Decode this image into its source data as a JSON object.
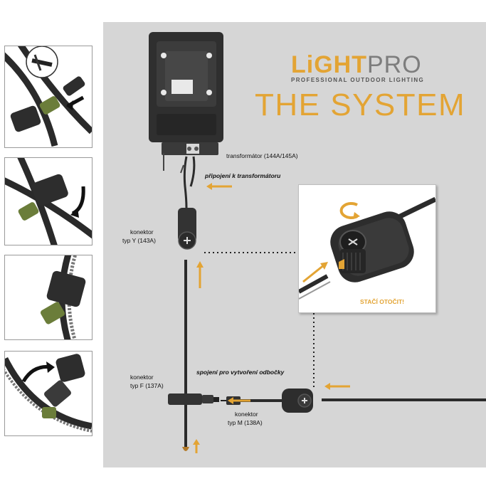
{
  "brand": {
    "light": "LiGHT",
    "pro": "PRO",
    "tagline": "PROFESSIONAL OUTDOOR LIGHTING"
  },
  "title": "THE SYSTEM",
  "labels": {
    "transformer": "transformátor (144A/145A)",
    "transformer_connection": "připojení k transformátoru",
    "connector_y_line1": "konektor",
    "connector_y_line2": "typ Y (143A)",
    "branch_connection": "spojení pro vytvoření odbočky",
    "connector_f_line1": "konektor",
    "connector_f_line2": "typ F (137A)",
    "connector_m_line1": "konektor",
    "connector_m_line2": "typ M (138A)",
    "inset_caption": "STAČÍ OTOČIT!"
  },
  "colors": {
    "accent": "#e3a434",
    "background": "#d6d6d6",
    "device": "#2b2b2b"
  },
  "icons": [
    "rotate-arrow-icon",
    "plus-icon",
    "cross-icon",
    "up-arrow-icon",
    "left-arrow-icon"
  ]
}
